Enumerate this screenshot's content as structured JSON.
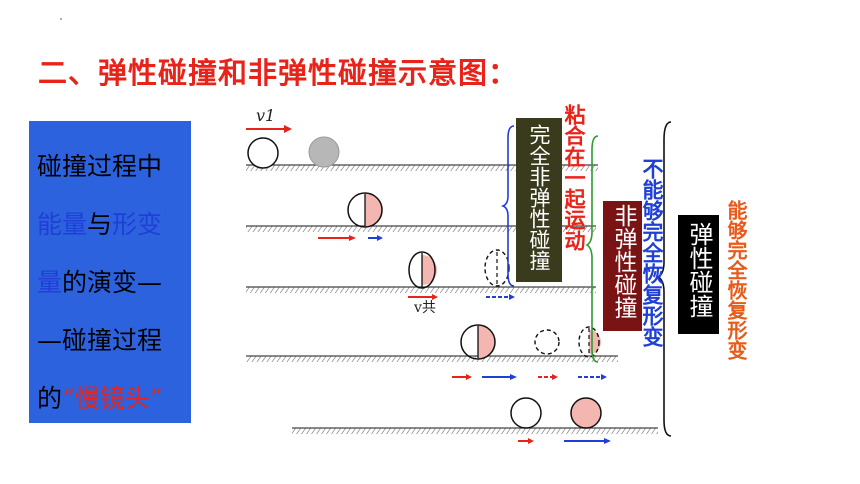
{
  "title": "二、弹性碰撞和非弹性碰撞示意图：",
  "sidebar": {
    "line1": "碰撞过程中",
    "line2_a": "能量",
    "line2_b": "与",
    "line2_c": "形变",
    "line3_a": "量",
    "line3_b": "的演变—",
    "line4": "—碰撞过程",
    "line5_a": "的",
    "line5_b": "“慢镜头”"
  },
  "diagram": {
    "v1_label": "v1",
    "v_common_label": "v共",
    "box_completely_inelastic": "完全非弹性碰撞",
    "label_stick_together": "粘合在一起运动",
    "box_inelastic": "非弹性碰撞",
    "label_cannot_recover": "不能够完全恢复形变",
    "box_elastic": "弹性碰撞",
    "label_can_recover": "能够完全恢复形变"
  },
  "colors": {
    "title": "#e8231a",
    "sidebar_bg": "#2d62df",
    "box_completely_inelastic": "#3a3a1c",
    "box_inelastic": "#7a1414",
    "box_elastic": "#000000",
    "arrow_red": "#e8231a",
    "arrow_blue": "#1f3fd6",
    "ball_pink": "#f3b6b0",
    "ball_gray": "#b7b7b7"
  }
}
